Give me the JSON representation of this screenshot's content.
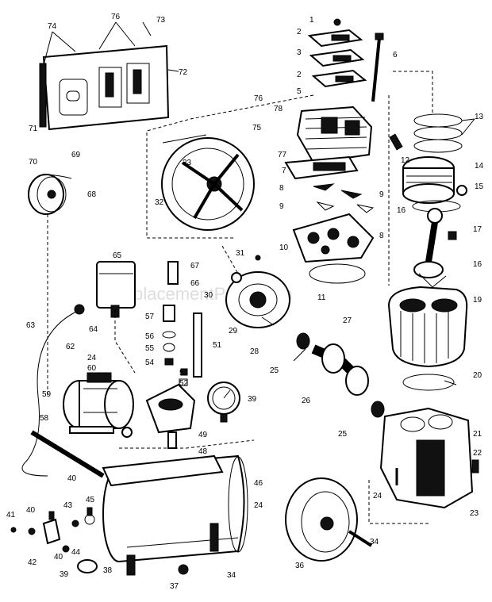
{
  "watermark": "ReplacementParts.com",
  "labels": {
    "p1": "1",
    "p2a": "2",
    "p3": "3",
    "p2b": "2",
    "p5": "5",
    "p6": "6",
    "p74": "74",
    "p76a": "76",
    "p73": "73",
    "p72": "72",
    "p71": "71",
    "p76b": "76",
    "p78": "78",
    "p75": "75",
    "p77": "77",
    "p7": "7",
    "p13": "13",
    "p12": "12",
    "p14": "14",
    "p15": "15",
    "p16a": "16",
    "p69": "69",
    "p70": "70",
    "p68": "68",
    "p33": "33",
    "p32": "32",
    "p8a": "8",
    "p9a": "9",
    "p9b": "9",
    "p8b": "8",
    "p10": "10",
    "p17": "17",
    "p16b": "16",
    "p65": "65",
    "p67": "67",
    "p66": "66",
    "p31": "31",
    "p30": "30",
    "p11": "11",
    "p57": "57",
    "p56": "56",
    "p55": "55",
    "p54": "54",
    "p51": "51",
    "p53": "53",
    "p52": "52",
    "p19": "19",
    "p63": "63",
    "p64": "64",
    "p62": "62",
    "p29": "29",
    "p28": "28",
    "p27": "27",
    "p25a": "25",
    "p24a": "24",
    "p60": "60",
    "p59": "59",
    "p26": "26",
    "p20": "20",
    "p39a": "39",
    "p58": "58",
    "p49": "49",
    "p48": "48",
    "p25b": "25",
    "p21": "21",
    "p22": "22",
    "p46": "46",
    "p24b": "24",
    "p24c": "24",
    "p23": "23",
    "p45": "45",
    "p43": "43",
    "p40a": "40",
    "p41": "41",
    "p44": "44",
    "p42": "42",
    "p40b": "40",
    "p39b": "39",
    "p38": "38",
    "p37": "37",
    "p34a": "34",
    "p34b": "34",
    "p36": "36",
    "p40c": "40"
  }
}
